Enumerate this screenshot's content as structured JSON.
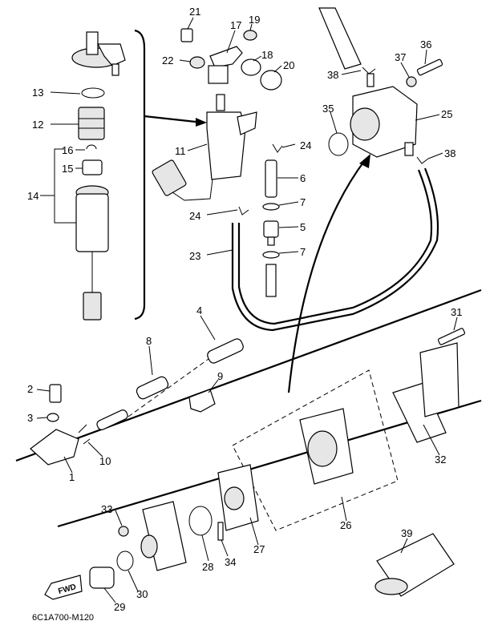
{
  "diagram": {
    "code": "6C1A700-M120",
    "fwd_label": "FWD",
    "callouts": {
      "c1": "1",
      "c2": "2",
      "c3": "3",
      "c4": "4",
      "c5": "5",
      "c6": "6",
      "c7a": "7",
      "c7b": "7",
      "c8": "8",
      "c9": "9",
      "c10": "10",
      "c11": "11",
      "c12": "12",
      "c13": "13",
      "c14": "14",
      "c15": "15",
      "c16": "16",
      "c17": "17",
      "c18": "18",
      "c19": "19",
      "c20": "20",
      "c21": "21",
      "c22": "22",
      "c23": "23",
      "c24a": "24",
      "c24b": "24",
      "c25": "25",
      "c26": "26",
      "c27": "27",
      "c28": "28",
      "c29": "29",
      "c30": "30",
      "c31": "31",
      "c32": "32",
      "c33": "33",
      "c34": "34",
      "c35": "35",
      "c36": "36",
      "c37": "37",
      "c38a": "38",
      "c38b": "38",
      "c39": "39"
    }
  }
}
